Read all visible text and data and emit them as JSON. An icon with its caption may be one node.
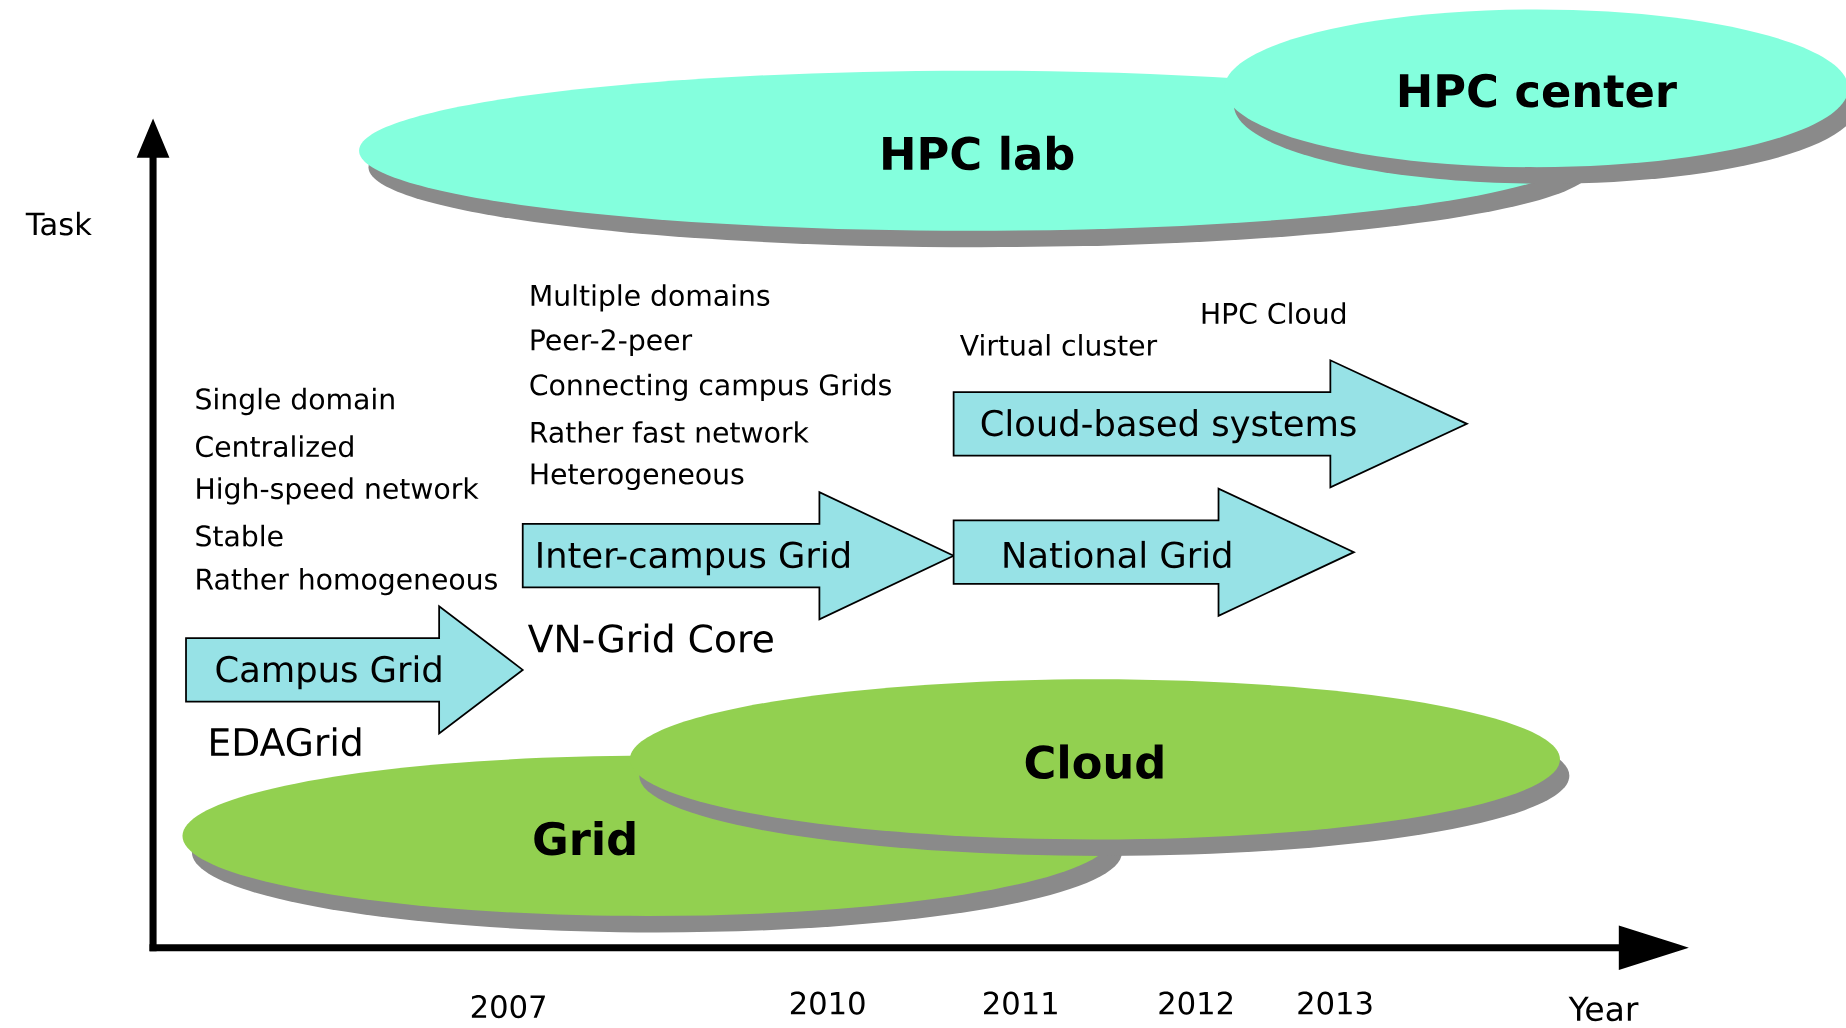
{
  "diagram": {
    "nodes": [
      {
        "text": [
          "HPC center"
        ]
      },
      {
        "text": [
          "HPC lab"
        ]
      },
      {
        "text": [
          "Cloud-based systems"
        ],
        "beside": [
          "HPC Cloud",
          "Virtual cluster"
        ]
      },
      {
        "text": [
          "Inter-campus Grid"
        ],
        "beside": [
          "Multiple domains",
          "Peer-2-peer",
          "Connecting campus Grids",
          "Rather fast network",
          "Heterogeneous",
          "VN-Grid Core"
        ]
      },
      {
        "text": [
          "National Grid"
        ]
      },
      {
        "text": [
          "Campus Grid"
        ],
        "beside": [
          "Single domain",
          "Centralized",
          "High-speed network",
          "Stable",
          "Rather homogeneous",
          "EDAGrid"
        ]
      },
      {
        "text": [
          "Cloud"
        ]
      },
      {
        "text": [
          "Grid"
        ]
      }
    ],
    "edges": [],
    "labels": [
      "Task",
      "2007",
      "2010",
      "2011",
      "2012",
      "2013",
      "Year"
    ]
  }
}
